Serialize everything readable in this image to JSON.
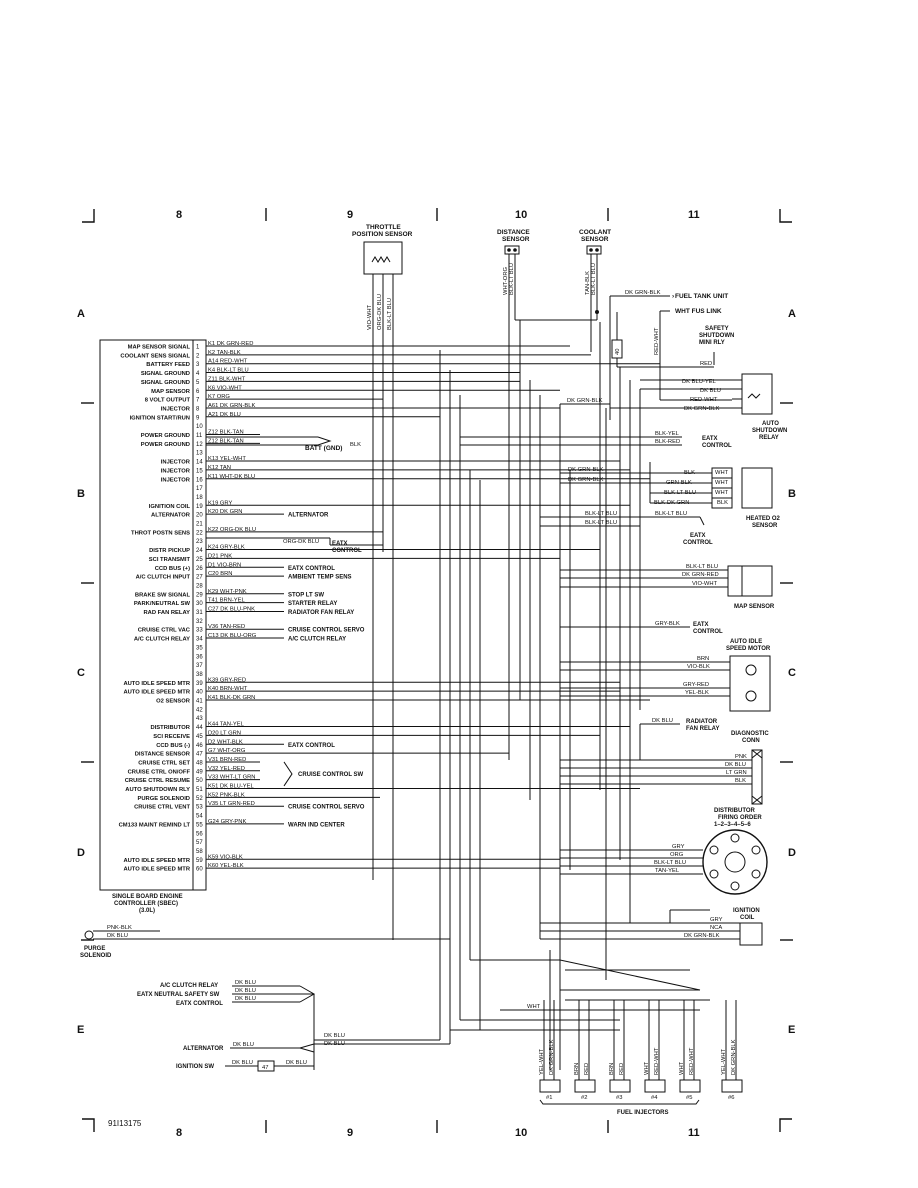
{
  "grid": {
    "columns": [
      "8",
      "9",
      "10",
      "11"
    ],
    "rows": [
      "A",
      "B",
      "C",
      "D",
      "E"
    ],
    "figure_code": "91I13175"
  },
  "components": {
    "throttle_sensor": "THROTTLE POSITION SENSOR",
    "distance_sensor": "DISTANCE SENSOR",
    "coolant_sensor": "COOLANT SENSOR",
    "fuel_tank_unit": "FUEL TANK UNIT",
    "wht_fus_link": "WHT FUS LINK",
    "safety_shutdown": "SAFETY SHUTDOWN MINI RLY",
    "auto_shutdown": "AUTO SHUTDOWN RELAY",
    "heated_o2": "HEATED O2 SENSOR",
    "eatx_control": "EATX CONTROL",
    "map_sensor": "MAP SENSOR",
    "auto_idle_motor": "AUTO IDLE SPEED MOTOR",
    "radiator_fan_relay": "RADIATOR FAN RELAY",
    "diagnostic_conn": "DIAGNOSTIC CONN",
    "distributor": "DISTRIBUTOR",
    "firing_order": "FIRING ORDER 1-2-3-4-5-6",
    "ignition_coil": "IGNITION COIL",
    "fuel_injectors": "FUEL INJECTORS",
    "controller": "SINGLE BOARD ENGINE CONTROLLER (SBEC) (3.0L)",
    "purge_solenoid": "PURGE SOLENOID",
    "batt_gnd": "BATT (GND)"
  },
  "controller_pins": [
    {
      "n": "1",
      "label": "MAP SENSOR SIGNAL",
      "wire": "K1 DK GRN-RED"
    },
    {
      "n": "2",
      "label": "COOLANT SENS SIGNAL",
      "wire": "K2 TAN-BLK"
    },
    {
      "n": "3",
      "label": "BATTERY FEED",
      "wire": "A14 RED-WHT"
    },
    {
      "n": "4",
      "label": "SIGNAL GROUND",
      "wire": "K4 BLK-LT BLU"
    },
    {
      "n": "5",
      "label": "SIGNAL GROUND",
      "wire": "Z11 BLK-WHT"
    },
    {
      "n": "6",
      "label": "MAP SENSOR",
      "wire": "K6 VIO-WHT"
    },
    {
      "n": "7",
      "label": "8 VOLT OUTPUT",
      "wire": "K7 ORG"
    },
    {
      "n": "8",
      "label": "INJECTOR",
      "wire": "A61 DK GRN-BLK"
    },
    {
      "n": "9",
      "label": "IGNITION START/RUN",
      "wire": "A21 DK BLU"
    },
    {
      "n": "10",
      "label": "",
      "wire": ""
    },
    {
      "n": "11",
      "label": "POWER GROUND",
      "wire": "Z12 BLK-TAN"
    },
    {
      "n": "12",
      "label": "POWER GROUND",
      "wire": "Z12 BLK-TAN"
    },
    {
      "n": "13",
      "label": "",
      "wire": ""
    },
    {
      "n": "14",
      "label": "INJECTOR",
      "wire": "K13 YEL-WHT"
    },
    {
      "n": "15",
      "label": "INJECTOR",
      "wire": "K12 TAN"
    },
    {
      "n": "16",
      "label": "INJECTOR",
      "wire": "K11 WHT-DK BLU"
    },
    {
      "n": "17",
      "label": "",
      "wire": ""
    },
    {
      "n": "18",
      "label": "",
      "wire": ""
    },
    {
      "n": "19",
      "label": "IGNITION COIL",
      "wire": "K19 GRY"
    },
    {
      "n": "20",
      "label": "ALTERNATOR",
      "wire": "K20 DK GRN"
    },
    {
      "n": "21",
      "label": "",
      "wire": ""
    },
    {
      "n": "22",
      "label": "THROT POSTN SENS",
      "wire": "K22 ORG-DK BLU"
    },
    {
      "n": "23",
      "label": "",
      "wire": ""
    },
    {
      "n": "24",
      "label": "DISTR PICKUP",
      "wire": "K24 GRY-BLK"
    },
    {
      "n": "25",
      "label": "SCI TRANSMIT",
      "wire": "D21 PNK"
    },
    {
      "n": "26",
      "label": "CCD BUS (+)",
      "wire": "D1 VIO-BRN"
    },
    {
      "n": "27",
      "label": "A/C CLUTCH INPUT",
      "wire": "C20 BRN"
    },
    {
      "n": "28",
      "label": "",
      "wire": ""
    },
    {
      "n": "29",
      "label": "BRAKE SW SIGNAL",
      "wire": "K29 WHT-PNK"
    },
    {
      "n": "30",
      "label": "PARK/NEUTRAL SW",
      "wire": "T41 BRN-YEL"
    },
    {
      "n": "31",
      "label": "RAD FAN RELAY",
      "wire": "C27 DK BLU-PNK"
    },
    {
      "n": "32",
      "label": "",
      "wire": ""
    },
    {
      "n": "33",
      "label": "CRUISE CTRL VAC",
      "wire": "V36 TAN-RED"
    },
    {
      "n": "34",
      "label": "A/C CLUTCH RELAY",
      "wire": "C13 DK BLU-ORG"
    },
    {
      "n": "35",
      "label": "",
      "wire": ""
    },
    {
      "n": "36",
      "label": "",
      "wire": ""
    },
    {
      "n": "37",
      "label": "",
      "wire": ""
    },
    {
      "n": "38",
      "label": "",
      "wire": ""
    },
    {
      "n": "39",
      "label": "AUTO IDLE SPEED MTR",
      "wire": "K39 GRY-RED"
    },
    {
      "n": "40",
      "label": "AUTO IDLE SPEED MTR",
      "wire": "K40 BRN-WHT"
    },
    {
      "n": "41",
      "label": "O2 SENSOR",
      "wire": "K41 BLK-DK GRN"
    },
    {
      "n": "42",
      "label": "",
      "wire": ""
    },
    {
      "n": "43",
      "label": "",
      "wire": ""
    },
    {
      "n": "44",
      "label": "DISTRIBUTOR",
      "wire": "K44 TAN-YEL"
    },
    {
      "n": "45",
      "label": "SCI RECEIVE",
      "wire": "D20 LT GRN"
    },
    {
      "n": "46",
      "label": "CCD BUS (-)",
      "wire": "D2 WHT-BLK"
    },
    {
      "n": "47",
      "label": "DISTANCE SENSOR",
      "wire": "G7 WHT-ORG"
    },
    {
      "n": "48",
      "label": "CRUISE CTRL SET",
      "wire": "V31 BRN-RED"
    },
    {
      "n": "49",
      "label": "CRUISE CTRL ON/OFF",
      "wire": "V32 YEL-RED"
    },
    {
      "n": "50",
      "label": "CRUISE CTRL RESUME",
      "wire": "V33 WHT-LT GRN"
    },
    {
      "n": "51",
      "label": "AUTO SHUTDOWN RLY",
      "wire": "K51 DK BLU-YEL"
    },
    {
      "n": "52",
      "label": "PURGE SOLENOID",
      "wire": "K52 PNK-BLK"
    },
    {
      "n": "53",
      "label": "CRUISE CTRL VENT",
      "wire": "V35 LT GRN-RED"
    },
    {
      "n": "54",
      "label": "",
      "wire": ""
    },
    {
      "n": "55",
      "label": "CM133 MAINT REMIND LT",
      "wire": "G24 GRY-PNK"
    },
    {
      "n": "56",
      "label": "",
      "wire": ""
    },
    {
      "n": "57",
      "label": "",
      "wire": ""
    },
    {
      "n": "58",
      "label": "",
      "wire": ""
    },
    {
      "n": "59",
      "label": "AUTO IDLE SPEED MTR",
      "wire": "K59 VIO-BLK"
    },
    {
      "n": "60",
      "label": "AUTO IDLE SPEED MTR",
      "wire": "K60 YEL-BLK"
    }
  ],
  "destinations": {
    "alternator": "ALTERNATOR",
    "eatx_control_1": "EATX CONTROL",
    "eatx_control_2": "EATX CONTROL",
    "ambient_temp": "AMBIENT TEMP SENS",
    "stop_lt": "STOP LT SW",
    "starter_relay": "STARTER RELAY",
    "radiator_fan": "RADIATOR FAN RELAY",
    "cruise_servo_1": "CRUISE CONTROL SERVO",
    "ac_clutch_relay": "A/C CLUTCH RELAY",
    "eatx_control_3": "EATX CONTROL",
    "cruise_sw": "CRUISE CONTROL SW",
    "cruise_servo_2": "CRUISE CONTROL SERVO",
    "warn_ind": "WARN IND CENTER",
    "throt_eatx": "EATX CONTROL"
  },
  "wires": {
    "tps_1": "VIO-WHT",
    "tps_2": "ORG-DK BLU",
    "tps_3": "BLK-LT BLU",
    "dist_1": "WHT-ORG",
    "dist_2": "BLK-LT BLU",
    "cool_1": "TAN-BLK",
    "cool_2": "BLK-LT BLU",
    "fuel_tank": "DK GRN-BLK",
    "red_wht": "RED-WHT",
    "fuse": "40",
    "asd_red": "RED",
    "asd_1": "DK BLU-YEL",
    "asd_2": "DK BLU",
    "asd_3": "RED-WHT",
    "asd_4": "DK GRN-BLK",
    "asd_feed": "DK GRN-BLK",
    "gnd_1": "BLK-YEL",
    "gnd_2": "BLK-RED",
    "batt_blk": "BLK",
    "o2_1": "BLK",
    "o2_1b": "WHT",
    "o2_2": "GRN-BLK",
    "o2_2b": "WHT",
    "o2_3": "BLK-LT BLU",
    "o2_3b": "WHT",
    "o2_4": "BLK-DK GRN",
    "o2_4b": "BLK",
    "o2_feed_1": "DK GRN-BLK",
    "o2_feed_2": "DK GRN-BLK",
    "ltblu_1": "BLK-LT BLU",
    "ltblu_2": "BLK-LT BLU",
    "ltblu_3": "BLK-LT BLU",
    "tps_orgblu": "ORG-DK BLU",
    "map_1": "BLK-LT BLU",
    "map_2": "DK GRN-RED",
    "map_3": "VIO-WHT",
    "eatx_gry": "GRY-BLK",
    "ais_1": "BRN",
    "ais_2": "VIO-BLK",
    "ais_3": "GRY-RED",
    "ais_4": "YEL-BLK",
    "rad_dkblu": "DK BLU",
    "diag_1": "PNK",
    "diag_2": "DK BLU",
    "diag_3": "LT GRN",
    "diag_4": "BLK",
    "distr_1": "GRY",
    "distr_2": "ORG",
    "distr_3": "BLK-LT BLU",
    "distr_4": "TAN-YEL",
    "coil_1": "GRY",
    "coil_2": "NCA",
    "coil_3": "DK GRN-BLK",
    "purge_1": "PNK-BLK",
    "purge_2": "DK BLU",
    "bus_wht": "WHT",
    "inj": [
      "YEL-WHT",
      "DK GRN-BLK",
      "BRN",
      "RED",
      "BRN",
      "RED",
      "WHT",
      "RED-WHT",
      "WHT",
      "RED-WHT",
      "YEL-WHT",
      "DK GRN-BLK"
    ],
    "inj_nums": [
      "#1",
      "#2",
      "#3",
      "#4",
      "#5",
      "#6"
    ],
    "ac_relay_l": "A/C CLUTCH RELAY",
    "eatx_safety": "EATX NEUTRAL SAFETY SW",
    "eatx_ctl": "EATX CONTROL",
    "lo_dkblu_1": "DK BLU",
    "lo_dkblu_2": "DK BLU",
    "lo_dkblu_3": "DK BLU",
    "alt_l": "ALTERNATOR",
    "alt_dkblu": "DK BLU",
    "alt_dkblu2": "DK BLU",
    "ign_sw": "IGNITION SW",
    "ign_dkblu_1": "DK BLU",
    "ign_fuse": "47",
    "ign_dkblu_2": "DK BLU"
  }
}
